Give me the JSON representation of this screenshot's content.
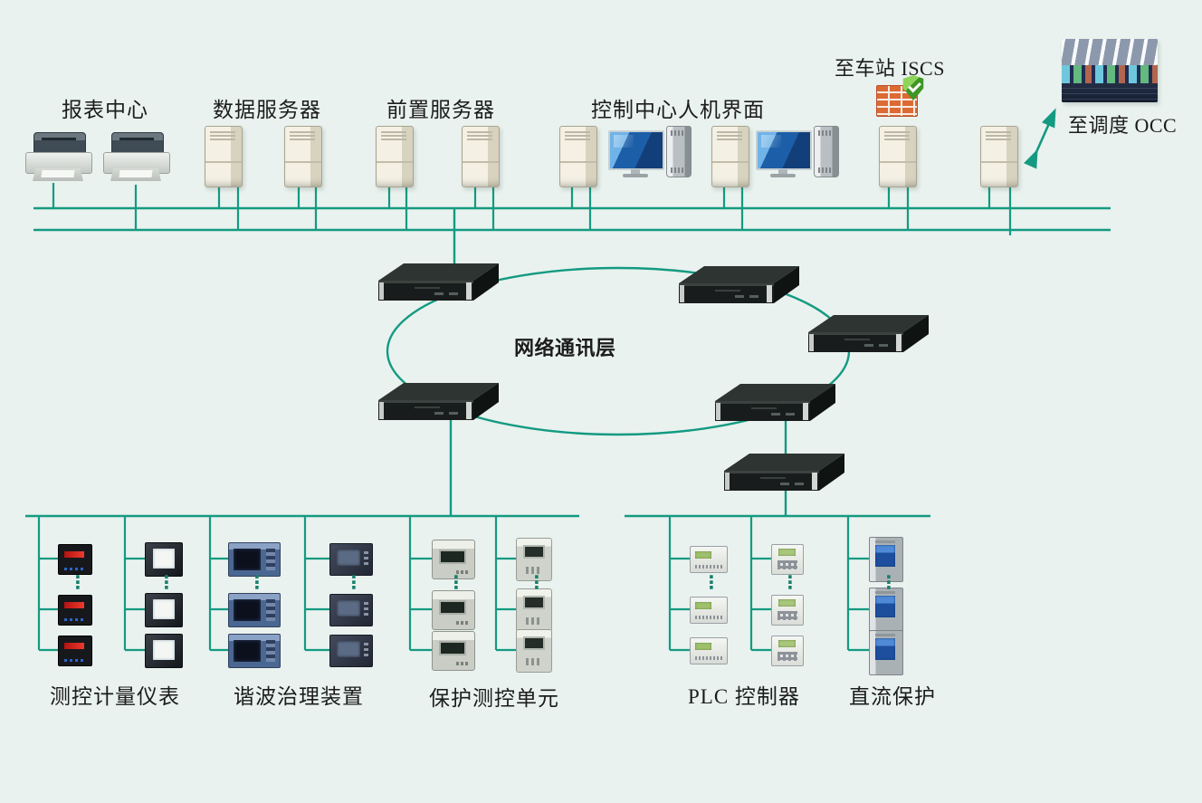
{
  "diagram": {
    "colors": {
      "background": "#e9f2ee",
      "wire": "#149a82",
      "text": "#1c1c1c",
      "switch_body": "#191c1c",
      "firewall_brick": "#dd6a33",
      "shield_green": "#3f9626"
    },
    "ring_label": "网络通讯层",
    "top_row": {
      "report_center": "报表中心",
      "data_server": "数据服务器",
      "front_server": "前置服务器",
      "hmi": "控制中心人机界面",
      "station_iscs": "至车站 ISCS",
      "dispatch_occ": "至调度 OCC"
    },
    "bottom_row": {
      "metering": "测控计量仪表",
      "harmonic": "谐波治理装置",
      "protection": "保护测控单元",
      "plc": "PLC 控制器",
      "dc_protection": "直流保护"
    },
    "ellipsis": "⋮"
  }
}
